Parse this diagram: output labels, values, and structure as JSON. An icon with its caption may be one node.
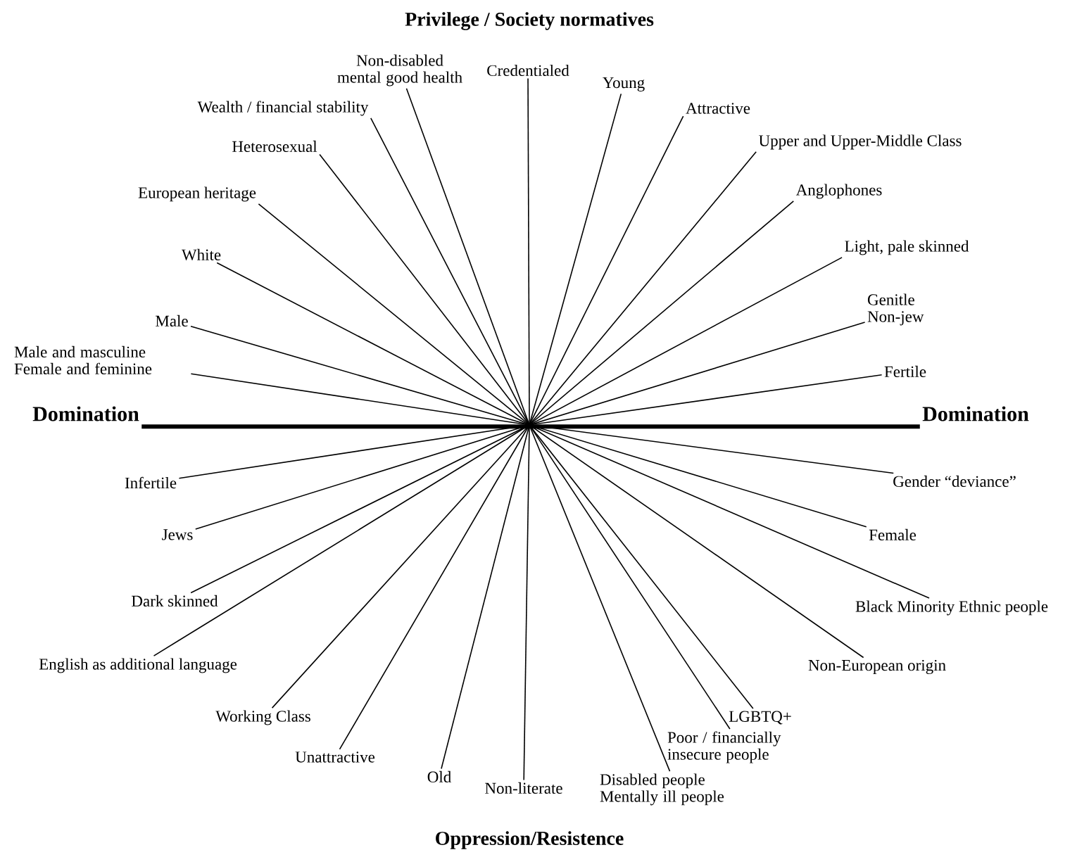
{
  "diagram": {
    "title": "Privilege / Society normatives",
    "caption": "Oppression/Resistence",
    "nodes": [
      {
        "text": [
          "Non-disabled mental good health"
        ]
      },
      {
        "text": [
          "Credentialed"
        ]
      },
      {
        "text": [
          "Young"
        ]
      },
      {
        "text": [
          "Wealth / financial stability"
        ]
      },
      {
        "text": [
          "Attractive"
        ]
      },
      {
        "text": [
          "Upper and Upper-Middle Class"
        ]
      },
      {
        "text": [
          "Heterosexual"
        ]
      },
      {
        "text": [
          "Anglophones"
        ]
      },
      {
        "text": [
          "European heritage"
        ]
      },
      {
        "text": [
          "Light, pale skinned"
        ]
      },
      {
        "text": [
          "White"
        ]
      },
      {
        "text": [
          "Genitle Non-jew"
        ]
      },
      {
        "text": [
          "Male"
        ]
      },
      {
        "text": [
          "Male and masculine Female and feminine"
        ]
      },
      {
        "text": [
          "Fertile"
        ]
      },
      {
        "text": [
          "Domination"
        ]
      },
      {
        "text": [
          "Domination"
        ]
      },
      {
        "text": [
          "Infertile"
        ]
      },
      {
        "text": [
          "Gender “deviance”"
        ]
      },
      {
        "text": [
          "Jews"
        ]
      },
      {
        "text": [
          "Female"
        ]
      },
      {
        "text": [
          "Dark skinned"
        ]
      },
      {
        "text": [
          "Black Minority Ethnic people"
        ]
      },
      {
        "text": [
          "English as additional language"
        ]
      },
      {
        "text": [
          "Non-European origin"
        ]
      },
      {
        "text": [
          "Working Class"
        ]
      },
      {
        "text": [
          "LGBTQ+"
        ]
      },
      {
        "text": [
          "Poor / financially insecure people"
        ]
      },
      {
        "text": [
          "Unattractive"
        ]
      },
      {
        "text": [
          "Old"
        ]
      },
      {
        "text": [
          "Disabled people Mentally ill people"
        ]
      },
      {
        "text": [
          "Non-literate"
        ]
      }
    ],
    "edges": [
      {
        "from": null,
        "to": 0,
        "arrow": "none"
      },
      {
        "from": null,
        "to": 1,
        "arrow": "none"
      },
      {
        "from": null,
        "to": 2,
        "arrow": "none"
      },
      {
        "from": null,
        "to": 3,
        "arrow": "none"
      },
      {
        "from": null,
        "to": 4,
        "arrow": "none"
      },
      {
        "from": null,
        "to": 5,
        "arrow": "none"
      },
      {
        "from": null,
        "to": 6,
        "arrow": "none"
      },
      {
        "from": null,
        "to": 7,
        "arrow": "none"
      },
      {
        "from": null,
        "to": 8,
        "arrow": "none"
      },
      {
        "from": null,
        "to": 9,
        "arrow": "none"
      },
      {
        "from": null,
        "to": 10,
        "arrow": "none"
      },
      {
        "from": null,
        "to": 11,
        "arrow": "none"
      },
      {
        "from": null,
        "to": 12,
        "arrow": "none"
      },
      {
        "from": null,
        "to": 13,
        "arrow": "none"
      },
      {
        "from": null,
        "to": 14,
        "arrow": "none"
      },
      {
        "from": 15,
        "to": 16,
        "arrow": "none",
        "style": "thick"
      },
      {
        "from": null,
        "to": 17,
        "arrow": "none"
      },
      {
        "from": null,
        "to": 18,
        "arrow": "none"
      },
      {
        "from": null,
        "to": 19,
        "arrow": "none"
      },
      {
        "from": null,
        "to": 20,
        "arrow": "none"
      },
      {
        "from": null,
        "to": 21,
        "arrow": "none"
      },
      {
        "from": null,
        "to": 22,
        "arrow": "none"
      },
      {
        "from": null,
        "to": 23,
        "arrow": "none"
      },
      {
        "from": null,
        "to": 24,
        "arrow": "none"
      },
      {
        "from": null,
        "to": 25,
        "arrow": "none"
      },
      {
        "from": null,
        "to": 26,
        "arrow": "none"
      },
      {
        "from": null,
        "to": 27,
        "arrow": "none"
      },
      {
        "from": null,
        "to": 28,
        "arrow": "none"
      },
      {
        "from": null,
        "to": 29,
        "arrow": "none"
      },
      {
        "from": null,
        "to": 30,
        "arrow": "none"
      },
      {
        "from": null,
        "to": 31,
        "arrow": "none"
      }
    ]
  }
}
